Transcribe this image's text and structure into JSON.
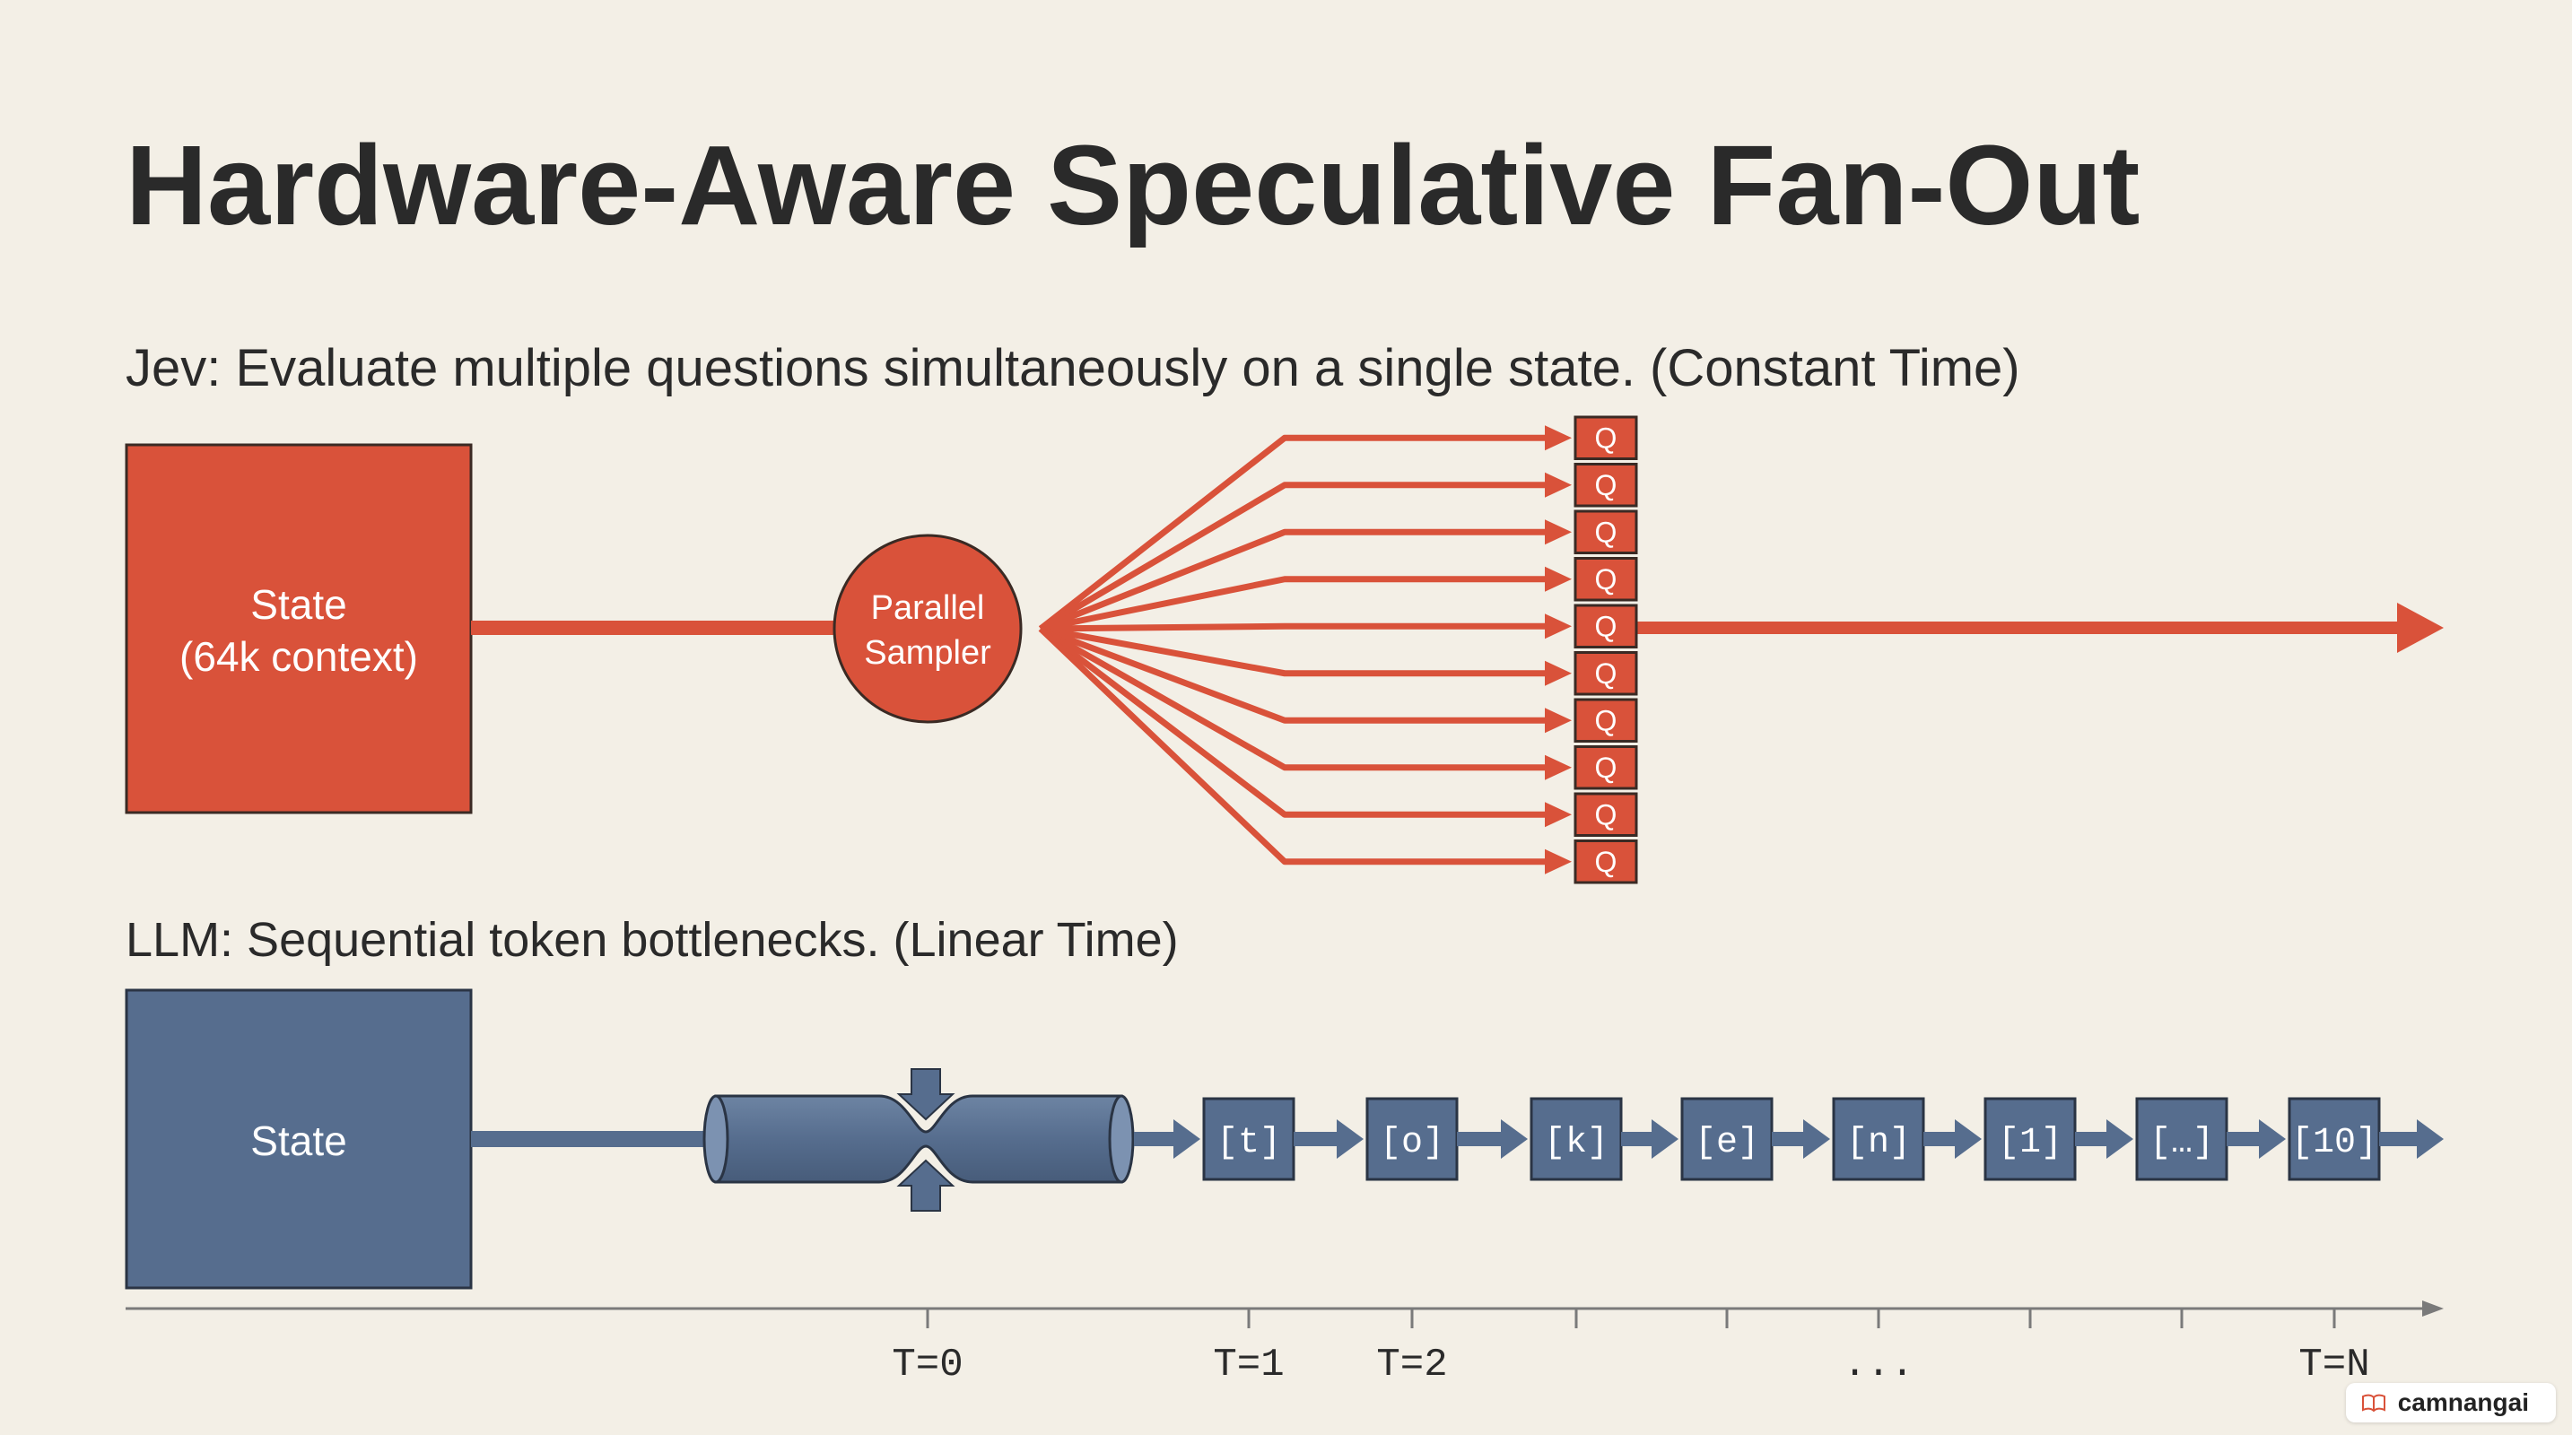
{
  "title": "Hardware-Aware Speculative Fan-Out",
  "jev": {
    "caption": "Jev: Evaluate multiple questions simultaneously on a single state. (Constant Time)",
    "state_line1": "State",
    "state_line2": "(64k context)",
    "sampler_line1": "Parallel",
    "sampler_line2": "Sampler",
    "question_labels": [
      "Q",
      "Q",
      "Q",
      "Q",
      "Q",
      "Q",
      "Q",
      "Q",
      "Q",
      "Q"
    ]
  },
  "llm": {
    "caption": "LLM: Sequential token bottlenecks. (Linear Time)",
    "state_label": "State",
    "tokens": [
      "[t]",
      "[o]",
      "[k]",
      "[e]",
      "[n]",
      "[1]",
      "[…]",
      "[10]"
    ]
  },
  "timeline": {
    "labels": [
      "T=0",
      "T=1",
      "T=2",
      "...",
      "T=N"
    ]
  },
  "watermark": {
    "text": "camnangai",
    "icon": "book-icon"
  },
  "colors": {
    "jev_accent": "#d9523a",
    "llm_accent": "#566d8e",
    "background": "#f3efe6"
  }
}
